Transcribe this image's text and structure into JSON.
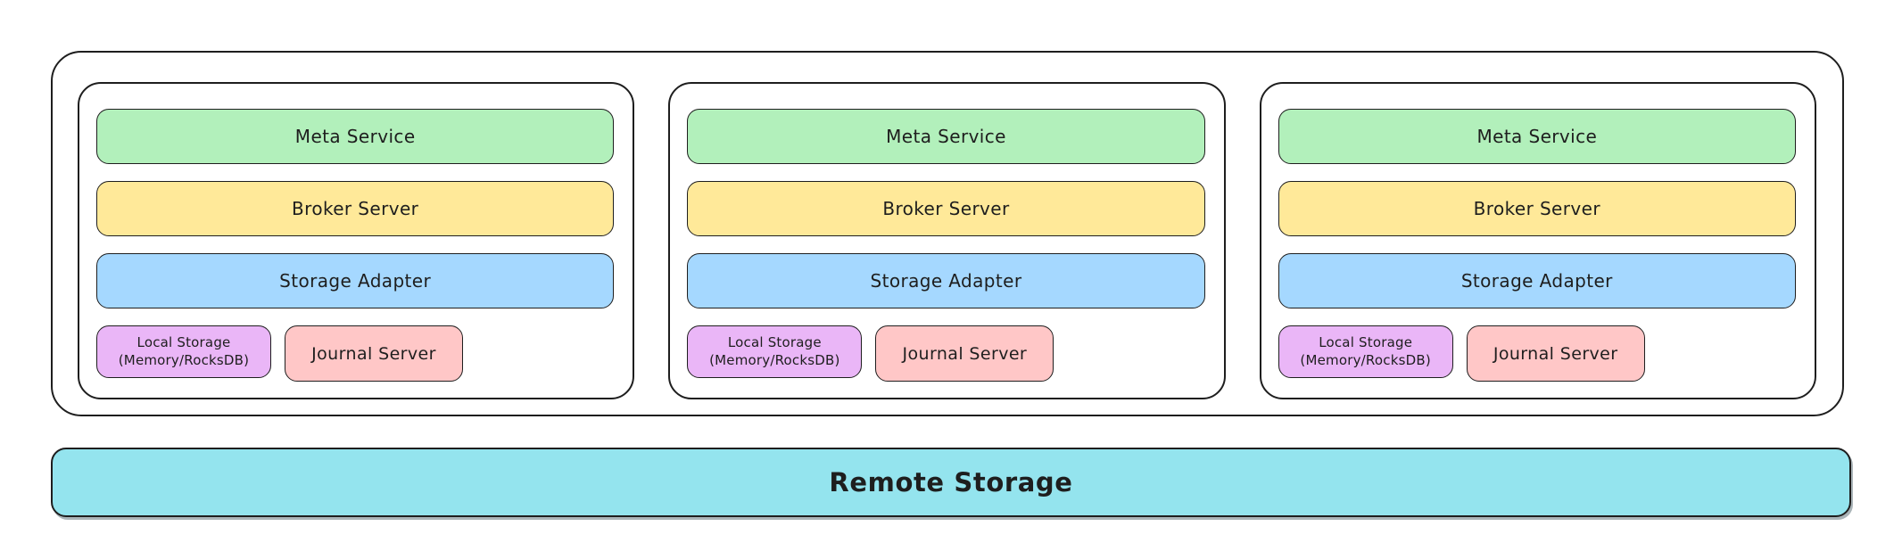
{
  "diagram_title": "broker-cluster-with-remote-storage",
  "colors": {
    "background": "#ffffff",
    "stroke": "#1e1e1e",
    "meta_service_fill": "#b2f0bb",
    "broker_server_fill": "#ffe999",
    "storage_adapter_fill": "#a5d8ff",
    "local_storage_fill": "#eab6f7",
    "journal_server_fill": "#ffc7c7",
    "remote_storage_fill": "#94e4ee"
  },
  "cluster": {
    "nodes": [
      {
        "meta_service": "Meta Service",
        "broker_server": "Broker Server",
        "storage_adapter": "Storage Adapter",
        "local_storage": {
          "line1": "Local Storage",
          "line2": "(Memory/RocksDB)"
        },
        "journal_server": "Journal Server"
      },
      {
        "meta_service": "Meta Service",
        "broker_server": "Broker Server",
        "storage_adapter": "Storage Adapter",
        "local_storage": {
          "line1": "Local Storage",
          "line2": "(Memory/RocksDB)"
        },
        "journal_server": "Journal Server"
      },
      {
        "meta_service": "Meta Service",
        "broker_server": "Broker Server",
        "storage_adapter": "Storage Adapter",
        "local_storage": {
          "line1": "Local Storage",
          "line2": "(Memory/RocksDB)"
        },
        "journal_server": "Journal Server"
      }
    ]
  },
  "remote_storage": {
    "label": "Remote Storage"
  }
}
